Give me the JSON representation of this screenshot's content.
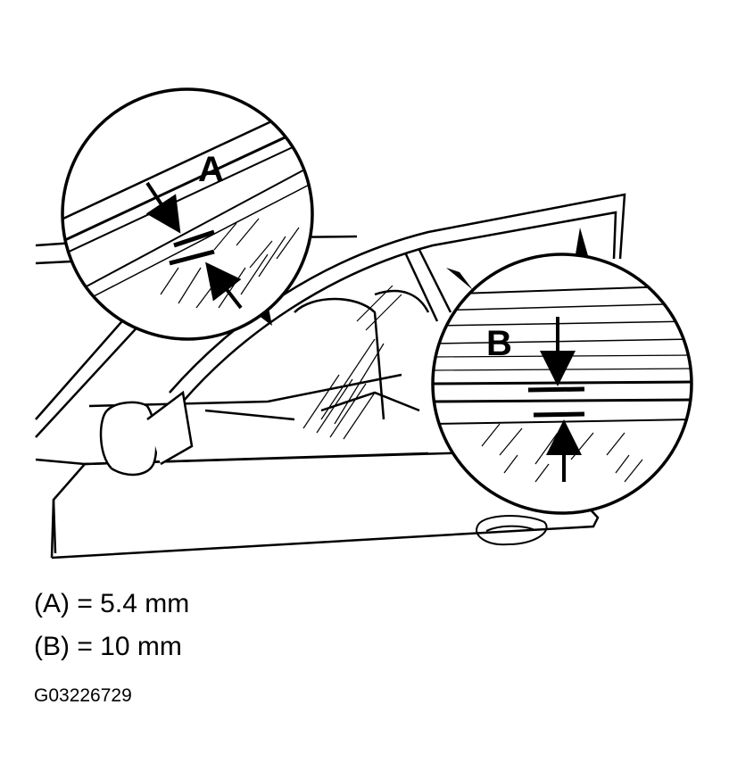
{
  "callouts": {
    "a_letter": "A",
    "b_letter": "B"
  },
  "specs": {
    "a": "(A) = 5.4 mm",
    "b": "(B) = 10 mm"
  },
  "figure_id": "G03226729",
  "colors": {
    "line": "#000000",
    "background": "#ffffff"
  }
}
